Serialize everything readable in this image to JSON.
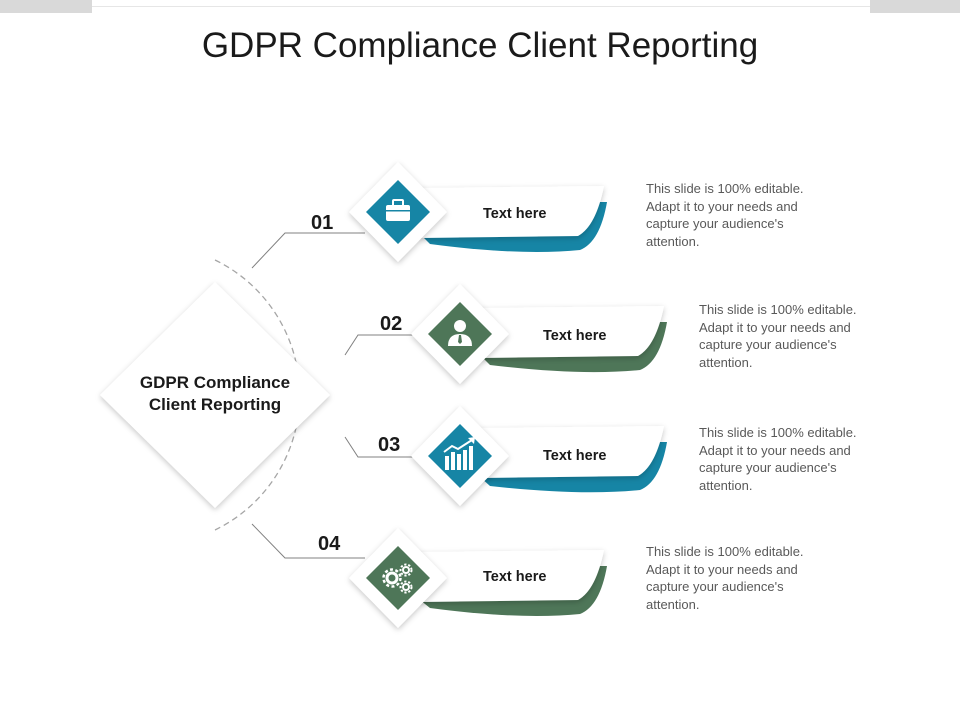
{
  "title": "GDPR Compliance Client Reporting",
  "center": {
    "label_line1": "GDPR Compliance",
    "label_line2": "Client Reporting"
  },
  "colors": {
    "teal": "#1685a5",
    "green": "#4e7658",
    "connector": "#808080",
    "dashed": "#a6a6a6"
  },
  "items": [
    {
      "number": "01",
      "label": "Text here",
      "description": "This slide is 100% editable. Adapt it to your needs and capture your audience's attention.",
      "icon": "briefcase-icon",
      "color": "teal"
    },
    {
      "number": "02",
      "label": "Text here",
      "description": "This slide is 100% editable. Adapt it to your needs and capture your audience's attention.",
      "icon": "person-icon",
      "color": "green"
    },
    {
      "number": "03",
      "label": "Text here",
      "description": "This slide is 100% editable. Adapt it to your needs and capture your audience's attention.",
      "icon": "chart-icon",
      "color": "teal"
    },
    {
      "number": "04",
      "label": "Text here",
      "description": "This slide is 100% editable. Adapt it to your needs and capture your audience's attention.",
      "icon": "gears-icon",
      "color": "green"
    }
  ]
}
